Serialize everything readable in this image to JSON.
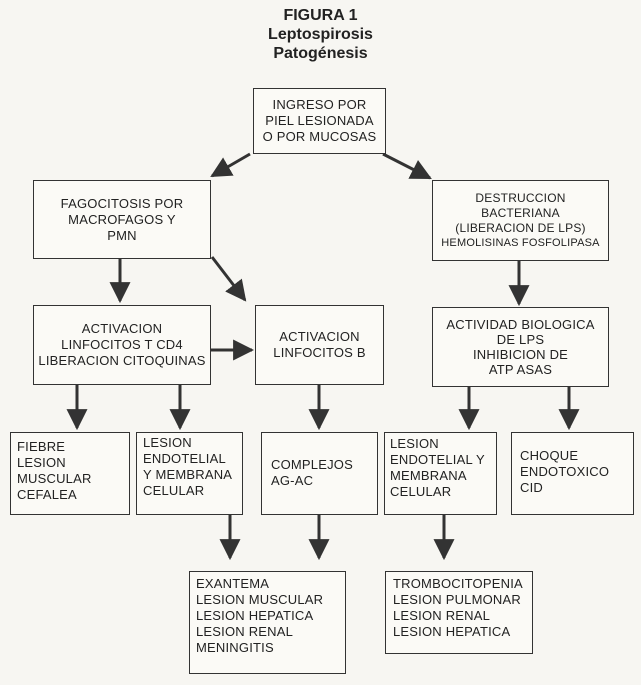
{
  "header": {
    "figure_label": "FIGURA 1",
    "title": "Leptospirosis",
    "subtitle": "Patogénesis"
  },
  "nodes": {
    "ingreso": [
      "INGRESO POR",
      "PIEL LESIONADA",
      "O POR MUCOSAS"
    ],
    "fagocitosis": [
      "FAGOCITOSIS POR",
      "MACROFAGOS Y",
      "PMN"
    ],
    "destruccion": [
      "DESTRUCCION",
      "BACTERIANA",
      "(LIBERACION DE LPS)",
      "HEMOLISINAS FOSFOLIPASA"
    ],
    "activacion_t": [
      "ACTIVACION",
      "LINFOCITOS T CD4",
      "LIBERACION CITOQUINAS"
    ],
    "activacion_b": [
      "ACTIVACION",
      "LINFOCITOS B"
    ],
    "actividad_lps": [
      "ACTIVIDAD BIOLOGICA",
      "DE LPS",
      "INHIBICION DE",
      "ATP ASAS"
    ],
    "fiebre": [
      "FIEBRE",
      "LESION",
      "MUSCULAR",
      "CEFALEA"
    ],
    "lesion_endotelial_1": [
      "LESION",
      "ENDOTELIAL",
      "Y MEMBRANA",
      "CELULAR"
    ],
    "complejos": [
      "COMPLEJOS",
      "AG-AC"
    ],
    "lesion_endotelial_2": [
      "LESION",
      "ENDOTELIAL Y",
      "MEMBRANA",
      "CELULAR"
    ],
    "choque": [
      "CHOQUE",
      "ENDOTOXICO",
      "CID"
    ],
    "exantema": [
      "EXANTEMA",
      "LESION MUSCULAR",
      "LESION HEPATICA",
      "LESION RENAL",
      "MENINGITIS"
    ],
    "trombocitopenia": [
      "TROMBOCITOPENIA",
      "LESION PULMONAR",
      "LESION RENAL",
      "LESION HEPATICA"
    ]
  },
  "colors": {
    "line": "#333333",
    "paper": "#f7f6f2"
  }
}
